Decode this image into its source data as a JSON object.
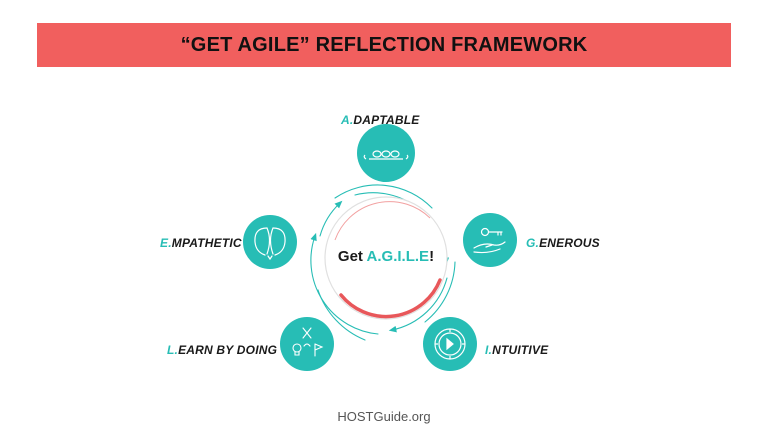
{
  "header": {
    "title": "“GET AGILE” REFLECTION FRAMEWORK"
  },
  "center": {
    "prefix": "Get ",
    "accent": "A.G.I.L.E",
    "suffix": "!"
  },
  "nodes": [
    {
      "initial": "A.",
      "rest": "DAPTABLE",
      "icon": "stepping-stones-icon"
    },
    {
      "initial": "G.",
      "rest": "ENEROUS",
      "icon": "hand-key-icon"
    },
    {
      "initial": "I.",
      "rest": "NTUITIVE",
      "icon": "compass-icon"
    },
    {
      "initial": "L.",
      "rest": "EARN BY DOING",
      "icon": "tools-lightbulb-flag-icon"
    },
    {
      "initial": "E.",
      "rest": "MPATHETIC",
      "icon": "two-faces-icon"
    }
  ],
  "footer": {
    "text": "HOSTGuide.org"
  },
  "colors": {
    "banner": "#f15f5e",
    "teal": "#27bdb5",
    "ring": "#e8575a"
  }
}
